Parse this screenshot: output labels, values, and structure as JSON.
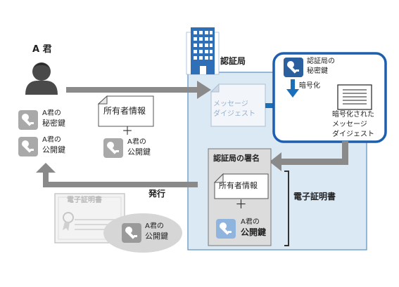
{
  "person": {
    "name": "A 君",
    "private_key_line1": "A君の",
    "private_key_line2": "秘密鍵",
    "public_key_line1": "A君の",
    "public_key_line2": "公開鍵"
  },
  "owner_doc": {
    "label": "所有者情報",
    "plus": "＋",
    "key_line1": "A君の",
    "key_line2": "公開鍵"
  },
  "ca": {
    "title": "認証局",
    "digest_line1": "メッセージ",
    "digest_line2": "ダイジェスト",
    "private_key_line1": "認証局の",
    "private_key_line2": "秘密鍵",
    "encrypt_label": "暗号化",
    "encrypted_line1": "暗号化された",
    "encrypted_line2": "メッセージ",
    "encrypted_line3": "ダイジェスト",
    "signature_label": "認証局の署名",
    "cert_owner_label": "所有者情報",
    "cert_plus": "＋",
    "cert_key_line1": "A君の",
    "cert_key_line2": "公開鍵",
    "digital_cert_label": "電子証明書"
  },
  "issue": {
    "label": "発行",
    "cert_card_title": "電子証明書",
    "bubble_line1": "A君の",
    "bubble_line2": "公開鍵"
  },
  "colors": {
    "gray_arrow": "#8a8a8a",
    "blue_arrow": "#1b6fb8",
    "ca_fill": "#dbe9f5",
    "ca_border": "#5a8fc3",
    "encrypt_box_border": "#1b5fae",
    "key_gray": "#a9a9a9",
    "key_blue": "#8fb4dd",
    "cert_gray": "#c8c8c8"
  },
  "icons": [
    "person-icon",
    "key-icon",
    "document-icon",
    "building-icon",
    "certificate-icon",
    "ribbon-icon"
  ]
}
